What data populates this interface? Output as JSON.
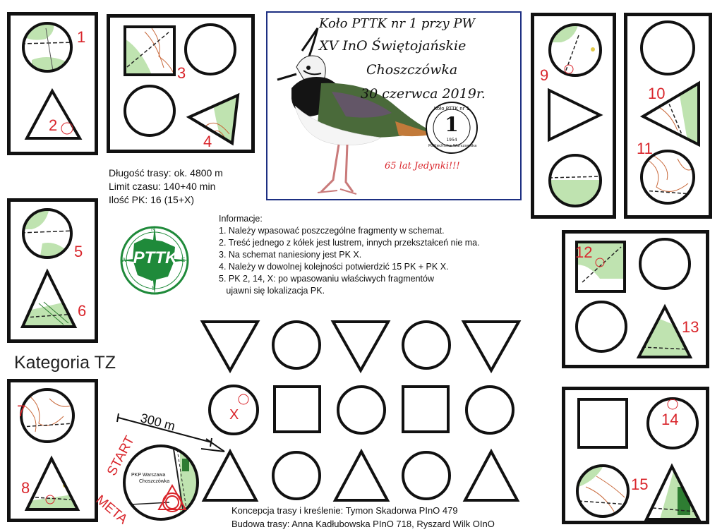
{
  "header": {
    "line1": "Koło PTTK nr 1 przy PW",
    "line2": "XV InO Świętojańskie",
    "line3": "Choszczówka",
    "line4": "30 czerwca 2019r.",
    "slogan": "65 lat Jedynki!!!",
    "seal_top": "Koło PTTK nr 1",
    "seal_bottom": "Politechnika Warszawska",
    "seal_year": "1954",
    "seal_digit": "1"
  },
  "stats": {
    "length": "Długość trasy: ok. 4800 m",
    "time_limit": "Limit czasu: 140+40 min",
    "checkpoints": "Ilość PK: 16 (15+X)"
  },
  "info": {
    "heading": "Informacje:",
    "items": [
      "1. Należy wpasować poszczególne fragmenty w schemat.",
      "2. Treść jednego z kółek jest lustrem, innych przekształceń nie ma.",
      "3. Na schemat naniesiony jest PK X.",
      "4. Należy w dowolnej kolejności potwierdzić 15 PK + PK X.",
      "5. PK 2, 14, X: po wpasowaniu właściwych fragmentów",
      "   ujawni się lokalizacja PK."
    ]
  },
  "logo_text": "PTTK",
  "compass": [
    "N",
    "E",
    "S",
    "W"
  ],
  "category": "Kategoria TZ",
  "scale_label": "300 m",
  "start_label": "START",
  "finish_label": "META",
  "station_label_1": "PKP Warszawa",
  "station_label_2": "Choszczówka",
  "x_label": "X",
  "fragment_numbers": [
    "1",
    "2",
    "3",
    "4",
    "5",
    "6",
    "7",
    "8",
    "9",
    "10",
    "11",
    "12",
    "13",
    "14",
    "15"
  ],
  "credits": {
    "concept": "Koncepcja trasy i kreślenie: Tymon Skadorwa PInO 479",
    "build": "Budowa trasy:  Anna Kadłubowska PInO 718, Ryszard Wilk OInO"
  },
  "colors": {
    "accent_red": "#d9252b",
    "pttk_green": "#1f8a3a",
    "header_border": "#1d2f82",
    "map_green": "#bfe3b0"
  }
}
